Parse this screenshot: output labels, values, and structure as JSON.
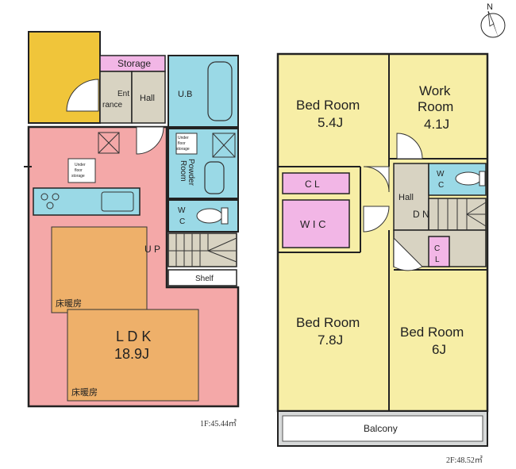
{
  "compass": {
    "label": "N"
  },
  "floor1": {
    "area_label": "1F:45.44㎡",
    "rooms": {
      "storage": "Storage",
      "entrance_line1": "Ent",
      "entrance_line2": "rance",
      "hall": "Hall",
      "ub": "U.B",
      "under_floor_storage_a_1": "Under",
      "under_floor_storage_a_2": "floor",
      "under_floor_storage_a_3": "storage",
      "under_floor_storage_b_1": "Under",
      "under_floor_storage_b_2": "floor",
      "under_floor_storage_b_3": "storage",
      "powder_room_1": "Powder",
      "powder_room_2": "Room",
      "wc": "W\nC",
      "up": "U P",
      "shelf": "Shelf",
      "ldk_name": "L D K",
      "ldk_size": "18.9J",
      "floor_heating_1": "床暖房",
      "floor_heating_2": "床暖房"
    }
  },
  "floor2": {
    "area_label": "2F:48.52㎡",
    "rooms": {
      "bed1_name": "Bed Room",
      "bed1_size": "5.4J",
      "work_name_1": "Work",
      "work_name_2": "Room",
      "work_size": "4.1J",
      "cl_1": "C L",
      "wic": "W I C",
      "hall": "Hall",
      "dn": "D N",
      "wc": "W C",
      "cl_2": "C L",
      "bed2_name": "Bed Room",
      "bed2_size": "7.8J",
      "bed3_name": "Bed Room",
      "bed3_size": "6J",
      "balcony": "Balcony"
    }
  },
  "colors": {
    "wall": "#222222",
    "ldk": "#f4a8a8",
    "floor_heating": "#eeb06a",
    "wet_area": "#9ad9e6",
    "hall": "#d8d3c2",
    "storage": "#f2b6e6",
    "bedroom": "#f7eea6",
    "entrance_porch": "#f0c53a",
    "balcony": "#d7d9d9"
  }
}
